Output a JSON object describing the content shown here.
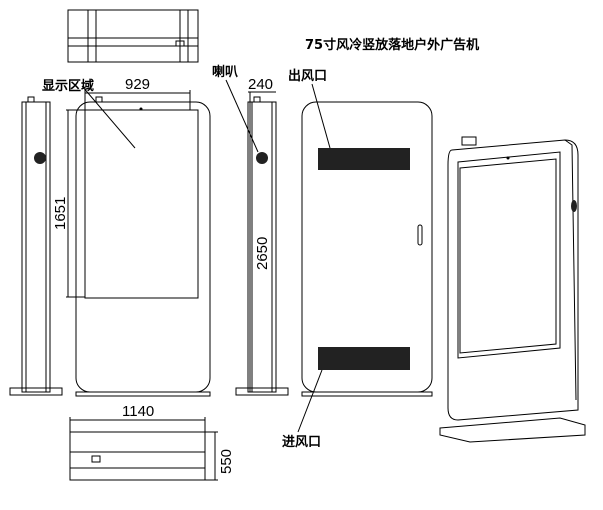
{
  "title": "75寸风冷竖放落地户外广告机",
  "labels": {
    "display_area": "显示区域",
    "speaker": "喇叭",
    "air_outlet": "出风口",
    "air_inlet": "进风口"
  },
  "dimensions": {
    "screen_width": "929",
    "screen_height": "1651",
    "total_height": "2650",
    "side_depth": "240",
    "base_width": "1140",
    "base_depth": "550"
  }
}
